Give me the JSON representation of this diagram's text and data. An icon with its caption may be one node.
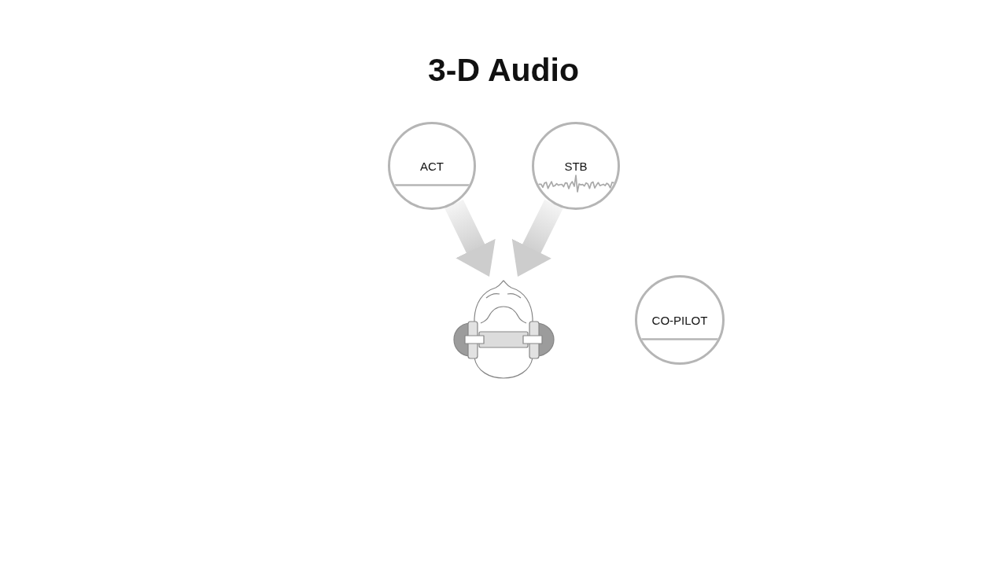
{
  "diagram": {
    "title": "3-D Audio",
    "nodes": [
      {
        "text": [
          "ACT"
        ]
      },
      {
        "text": [
          "STB"
        ]
      },
      {
        "text": [],
        "shape": "picture"
      },
      {
        "text": [
          "CO-PILOT"
        ]
      }
    ],
    "edges": [
      {
        "from": 0,
        "to": 2,
        "arrow": "to",
        "style": "thick"
      },
      {
        "from": 1,
        "to": 2,
        "arrow": "to",
        "style": "thick"
      }
    ]
  }
}
